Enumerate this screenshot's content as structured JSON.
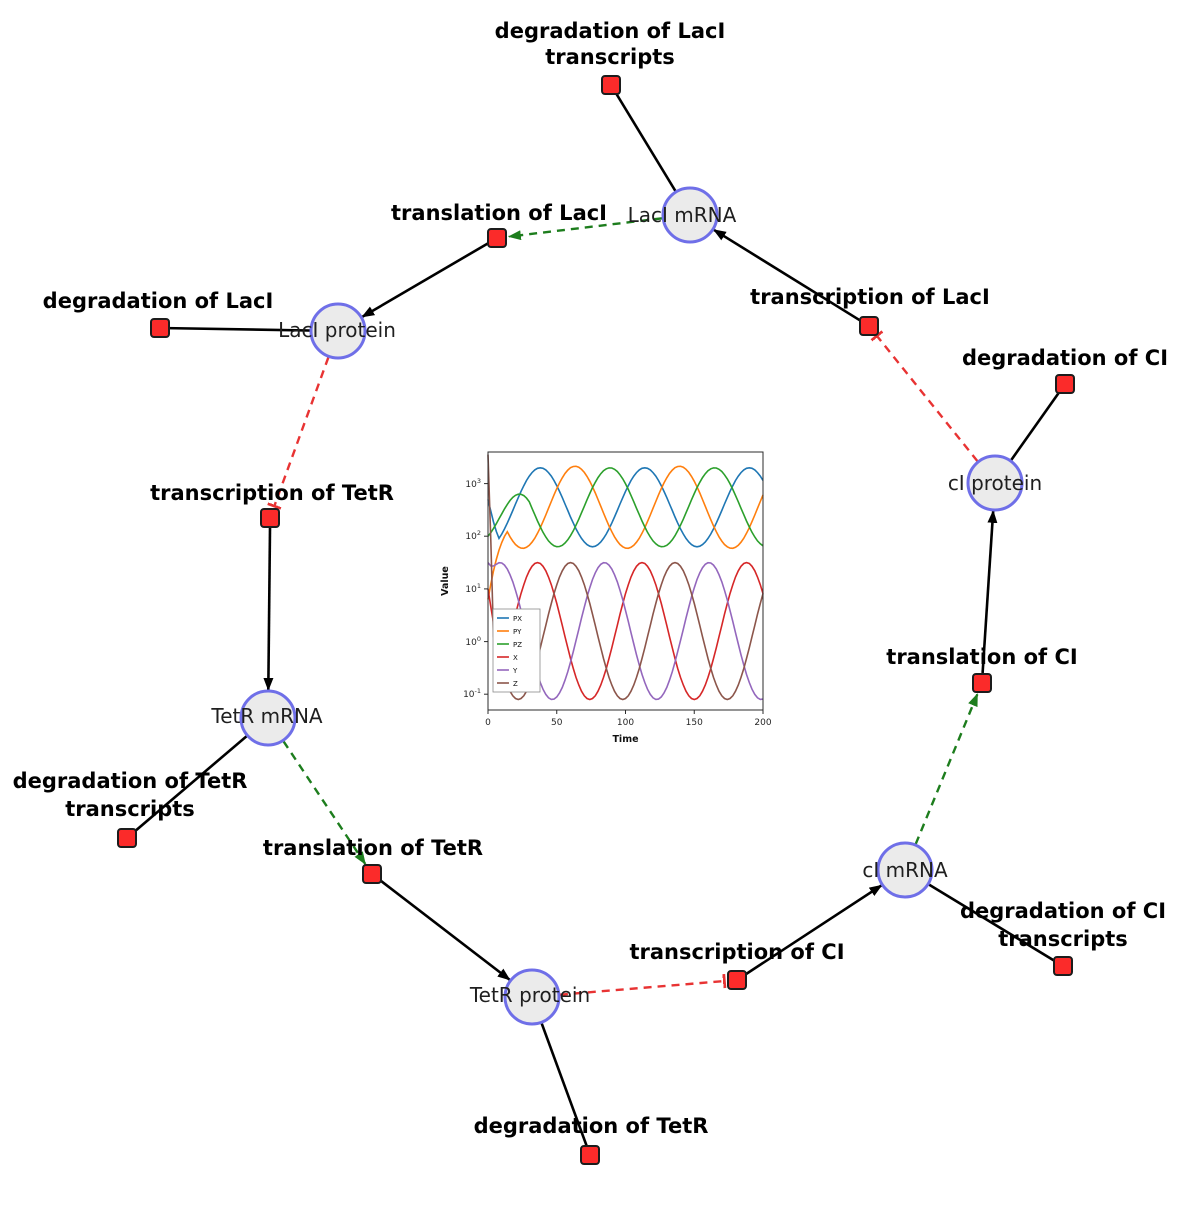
{
  "figure": {
    "background": "#ffffff",
    "description_title": ""
  },
  "colors": {
    "species_fill": "#ebebeb",
    "species_stroke": "#6f6fe8",
    "reaction_fill": "#fb2b2a",
    "reaction_stroke": "#1c1c1c",
    "production_edge": "#000000",
    "modifier_edge": "#1d7d1d",
    "inhibition_edge": "#e83333"
  },
  "diagram": {
    "species": [
      {
        "id": "laci-mrna",
        "label": "LacI mRNA"
      },
      {
        "id": "laci-protein",
        "label": "LacI protein"
      },
      {
        "id": "tetr-mrna",
        "label": "TetR mRNA"
      },
      {
        "id": "tetr-protein",
        "label": "TetR protein"
      },
      {
        "id": "ci-mrna",
        "label": "cI mRNA"
      },
      {
        "id": "ci-protein",
        "label": "cI protein"
      }
    ],
    "reactions": [
      {
        "id": "degradation-of-laci-transcripts",
        "label": "degradation of LacI transcripts",
        "label_lines": [
          "degradation of LacI",
          "transcripts"
        ]
      },
      {
        "id": "translation-of-laci",
        "label": "translation of LacI"
      },
      {
        "id": "degradation-of-laci",
        "label": "degradation of LacI"
      },
      {
        "id": "transcription-of-laci",
        "label": "transcription of LacI"
      },
      {
        "id": "degradation-of-ci",
        "label": "degradation of CI"
      },
      {
        "id": "transcription-of-tetr",
        "label": "transcription of TetR"
      },
      {
        "id": "translation-of-ci",
        "label": "translation of CI"
      },
      {
        "id": "degradation-of-tetr-transcripts",
        "label": "degradation of TetR transcripts",
        "label_lines": [
          "degradation of TetR",
          "transcripts"
        ]
      },
      {
        "id": "translation-of-tetr",
        "label": "translation of TetR"
      },
      {
        "id": "transcription-of-ci",
        "label": "transcription of CI"
      },
      {
        "id": "degradation-of-ci-transcripts",
        "label": "degradation of CI transcripts",
        "label_lines": [
          "degradation of CI",
          "transcripts"
        ]
      },
      {
        "id": "degradation-of-tetr",
        "label": "degradation of TetR"
      }
    ]
  },
  "chart_data": {
    "type": "line",
    "title": "",
    "xlabel": "Time",
    "ylabel": "Value",
    "x_range": [
      0,
      200
    ],
    "x_ticks": [
      "0",
      "50",
      "100",
      "150",
      "200"
    ],
    "y_scale": "log",
    "y_tick_base": "10",
    "y_tick_exponents": [
      "-1",
      "0",
      "1",
      "2",
      "3"
    ],
    "y_range_log10": [
      -1.3,
      3.6
    ],
    "grid": false,
    "legend_position": "center left",
    "sample_step": 2,
    "series": [
      {
        "name": "PX",
        "color": "#1f77b4",
        "log10_center": 2.55,
        "log10_amplitude": 0.75,
        "period": 76,
        "peak_time": 38,
        "initial_log10": 2.7,
        "transient_time": 8
      },
      {
        "name": "PY",
        "color": "#ff7f0e",
        "log10_center": 2.55,
        "log10_amplitude": 0.78,
        "period": 76,
        "peak_time": 63.3,
        "initial_log10": 0.8,
        "transient_time": 14
      },
      {
        "name": "PZ",
        "color": "#2ca02c",
        "log10_center": 2.55,
        "log10_amplitude": 0.75,
        "period": 76,
        "peak_time": 88.7,
        "initial_log10": 2.0,
        "transient_time": 30
      },
      {
        "name": "X",
        "color": "#d62728",
        "log10_center": 0.2,
        "log10_amplitude": 1.3,
        "period": 76,
        "peak_time": 112,
        "initial_log10": 1.0,
        "transient_time": 12
      },
      {
        "name": "Y",
        "color": "#9467bd",
        "log10_center": 0.2,
        "log10_amplitude": 1.3,
        "period": 76,
        "peak_time": 84.7,
        "initial_log10": 1.5,
        "transient_time": 6
      },
      {
        "name": "Z",
        "color": "#8c564b",
        "log10_center": 0.2,
        "log10_amplitude": 1.3,
        "period": 76,
        "peak_time": 60,
        "initial_log10": 3.55,
        "transient_time": 4
      }
    ]
  }
}
